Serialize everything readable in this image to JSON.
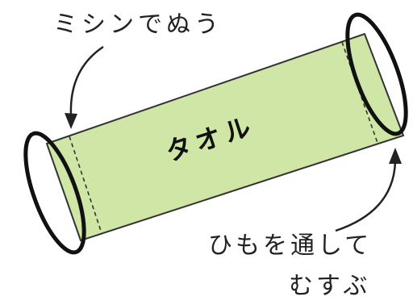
{
  "labels": {
    "sew": "ミシンでぬう",
    "string_line1": "ひもを通して",
    "string_line2": "むすぶ",
    "towel": "タオル"
  },
  "colors": {
    "towel_fill": "#cfe6a6",
    "outline": "#111111",
    "text": "#222222"
  }
}
